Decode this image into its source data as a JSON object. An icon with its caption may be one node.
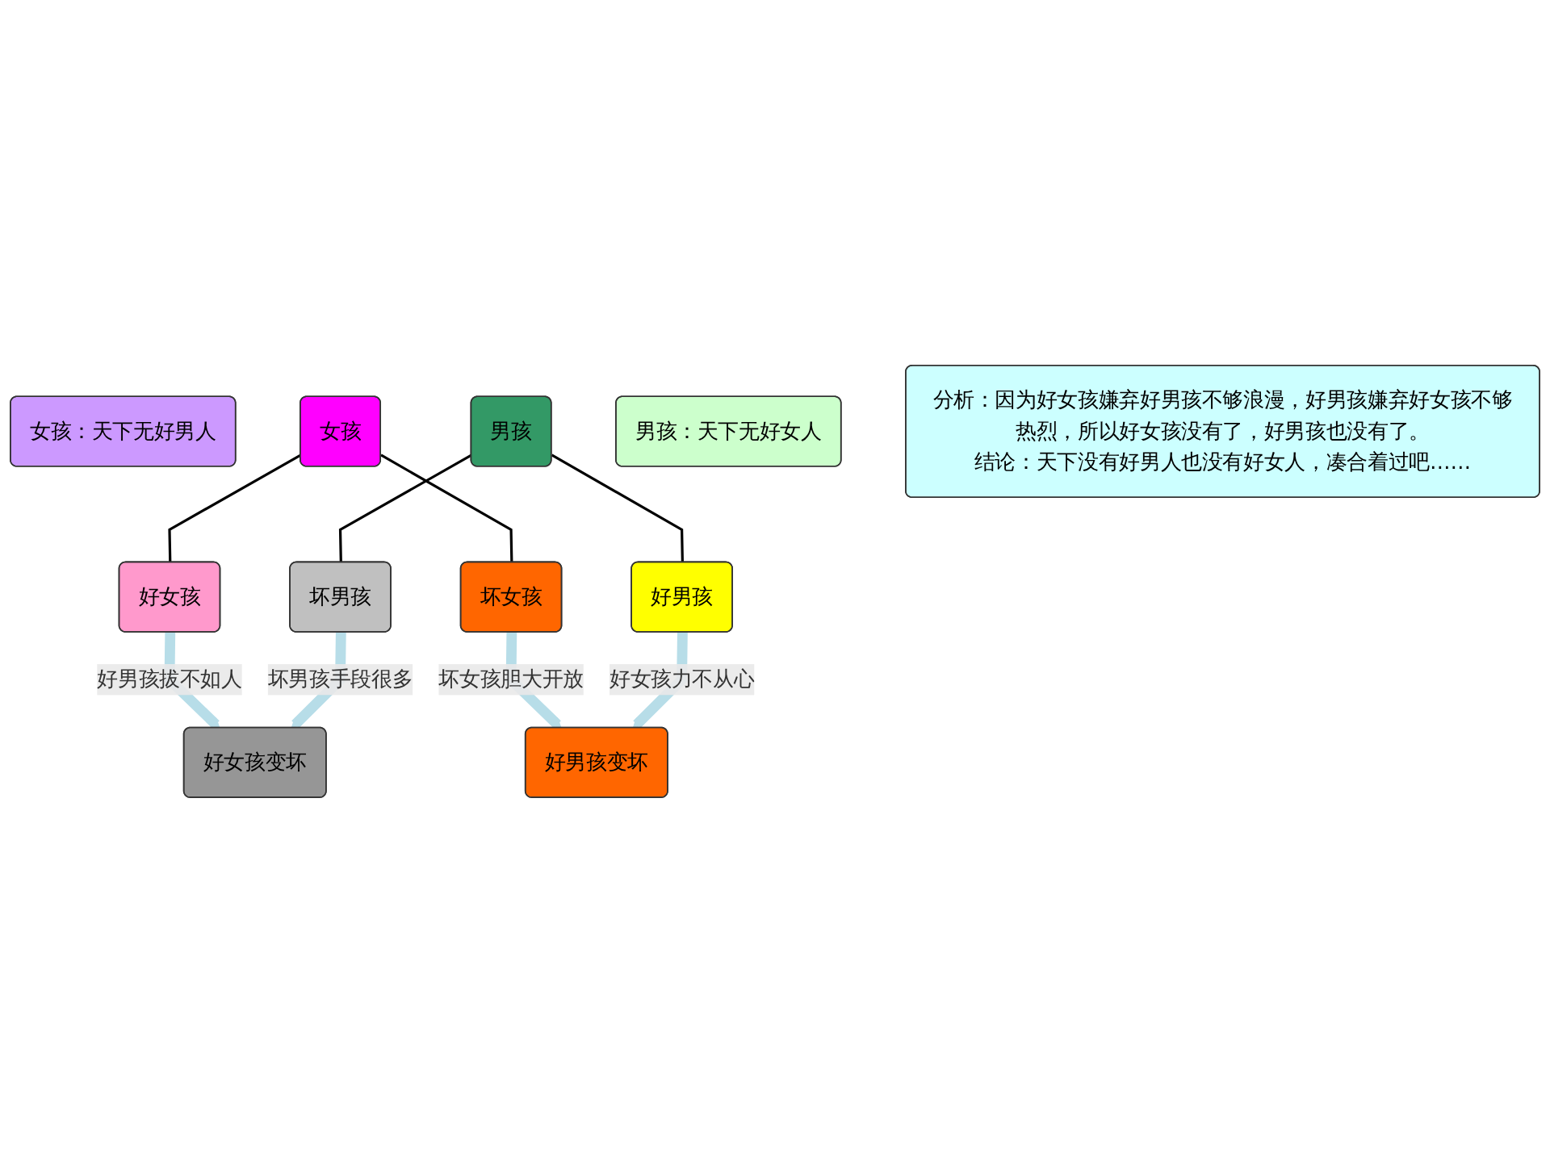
{
  "diagram": {
    "nodes": [
      {
        "text": [
          "女孩"
        ]
      },
      {
        "text": [
          "女孩：天下无好男人"
        ]
      },
      {
        "text": [
          "男孩：天下无好女人"
        ]
      },
      {
        "text": [
          "男孩"
        ]
      },
      {
        "text": [
          "好女孩"
        ]
      },
      {
        "text": [
          "坏女孩"
        ]
      },
      {
        "text": [
          "好男孩"
        ]
      },
      {
        "text": [
          "坏男孩"
        ]
      },
      {
        "text": [
          "好男孩变坏"
        ]
      },
      {
        "text": [
          "好女孩变坏"
        ]
      },
      {
        "text": [
          "分析：因为好女孩嫌弃好男孩不够浪漫，好男孩嫌弃好女孩不够热烈，所以好女孩没有了，好男孩也没有了。",
          "结论：天下没有好男人也没有好女人，凑合着过吧……"
        ]
      }
    ],
    "edges": [
      {
        "from": 0,
        "to": 4,
        "arrow": "none"
      },
      {
        "from": 0,
        "to": 5,
        "arrow": "none"
      },
      {
        "from": 3,
        "to": 6,
        "arrow": "none"
      },
      {
        "from": 3,
        "to": 7,
        "arrow": "none"
      },
      {
        "from": 4,
        "to": 9,
        "arrow": "to",
        "label": "好男孩拔不如人",
        "style": "thick",
        "color": "#b7dde8"
      },
      {
        "from": 5,
        "to": 8,
        "arrow": "to",
        "label": "坏女孩胆大开放",
        "style": "thick",
        "color": "#b7dde8"
      },
      {
        "from": 6,
        "to": 8,
        "arrow": "to",
        "label": "好女孩力不从心",
        "style": "thick",
        "color": "#b7dde8"
      },
      {
        "from": 7,
        "to": 9,
        "arrow": "to",
        "label": "坏男孩手段很多",
        "style": "thick",
        "color": "#b7dde8"
      }
    ]
  }
}
